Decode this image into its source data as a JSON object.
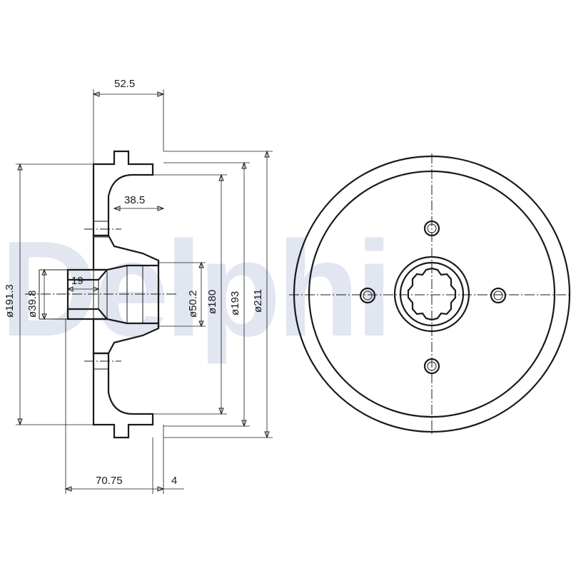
{
  "watermark": {
    "text": "Delphi",
    "color": "#c9d3e6"
  },
  "dimensions": {
    "overall_width": "52.5",
    "inner_depth": "38.5",
    "hub_length": "19",
    "total_length": "70.75",
    "flange_offset": "4",
    "d_hub_bore": "ø39.8",
    "d_191": "ø191.3",
    "d_hub_outer": "ø50.2",
    "d_180": "ø180",
    "d_193": "ø193",
    "d_211": "ø211"
  },
  "colors": {
    "line": "#1a1a1a",
    "background": "#ffffff"
  }
}
